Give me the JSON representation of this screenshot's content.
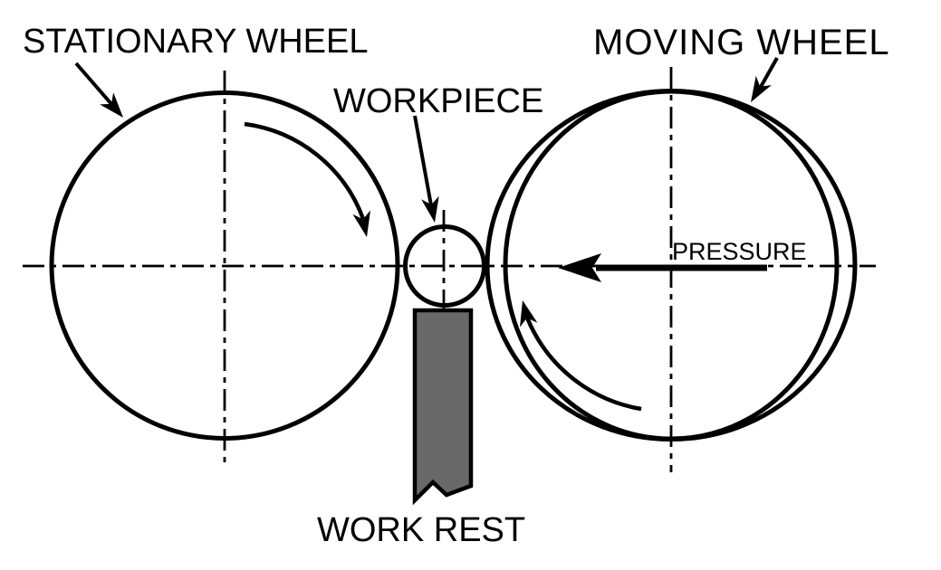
{
  "labels": {
    "stationary_wheel": "STATIONARY WHEEL",
    "moving_wheel": "MOVING WHEEL",
    "workpiece": "WORKPIECE",
    "work_rest": "WORK REST",
    "pressure": "PRESSURE"
  },
  "colors": {
    "line": "#000000",
    "work_rest_fill": "#686868",
    "background": "#ffffff"
  }
}
